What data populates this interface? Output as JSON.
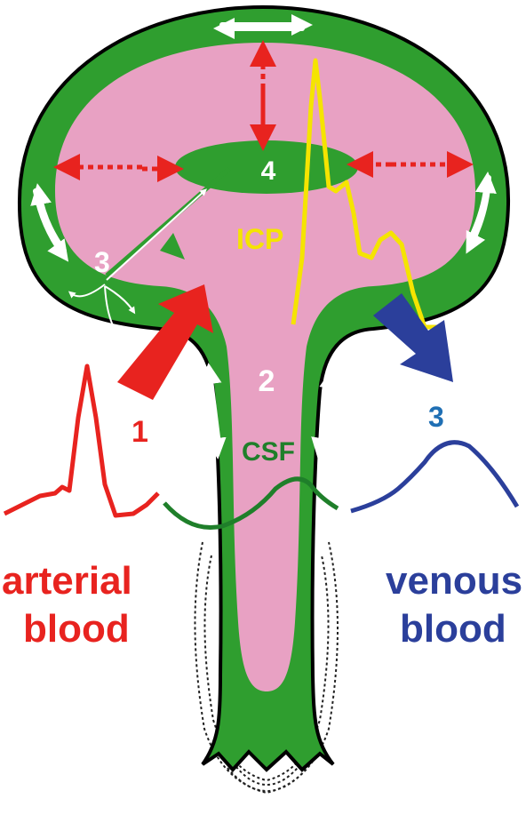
{
  "labels": {
    "arterial_number": "1",
    "central_number": "2",
    "left_number": "3",
    "venous_number": "3",
    "ventricle_number": "4",
    "icp": "ICP",
    "csf": "CSF",
    "arterial_line1": "arterial",
    "arterial_line2": "blood",
    "venous_line1": "venous",
    "venous_line2": "blood"
  },
  "colors": {
    "brain_outer": "#2f9e2f",
    "brain_inner": "#e8a1c3",
    "arterial": "#e8231f",
    "venous": "#2b3f9b",
    "icp_wave": "#f5e400",
    "csf_wave": "#1f7f2a",
    "dashed_arrows": "#e8231f",
    "flow_arrows": "#ffffff",
    "venous_number": "#1f6fb4"
  }
}
